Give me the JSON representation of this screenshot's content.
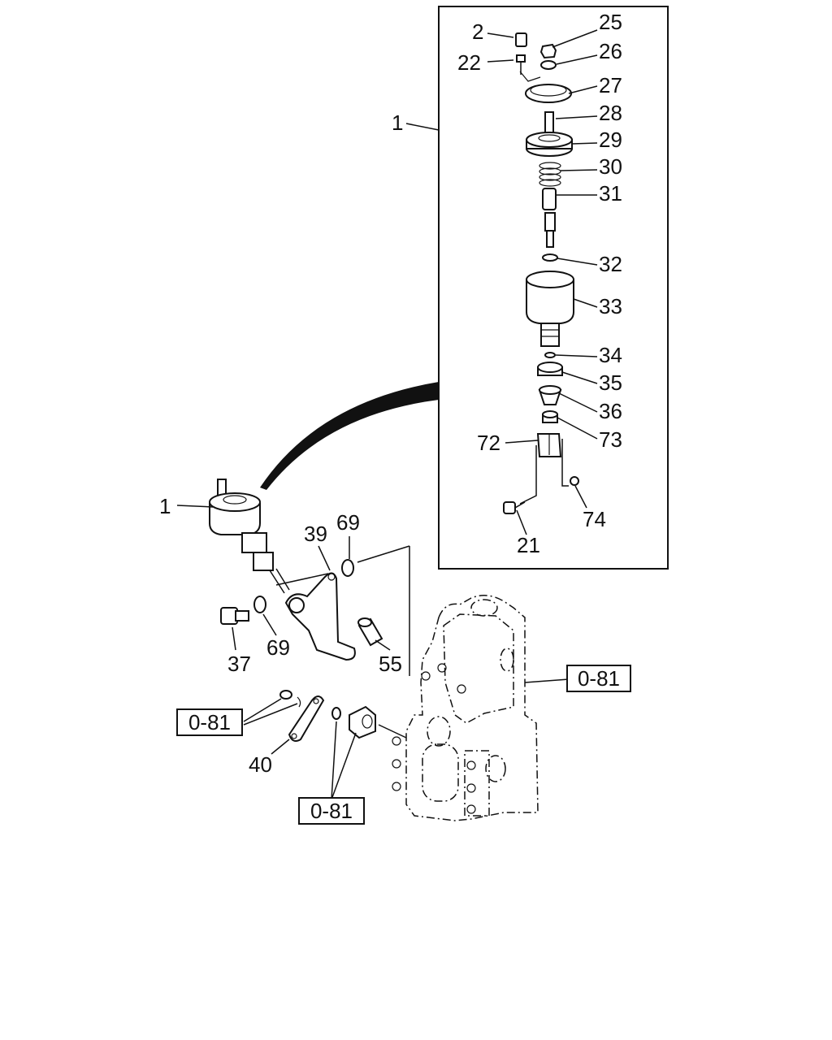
{
  "labels": {
    "l1_box": "1",
    "l1_main": "1",
    "l2": "2",
    "l21": "21",
    "l22": "22",
    "l25": "25",
    "l26": "26",
    "l27": "27",
    "l28": "28",
    "l29": "29",
    "l30": "30",
    "l31": "31",
    "l32": "32",
    "l33": "33",
    "l34": "34",
    "l35": "35",
    "l36": "36",
    "l37": "37",
    "l39": "39",
    "l40": "40",
    "l55": "55",
    "l69a": "69",
    "l69b": "69",
    "l72": "72",
    "l73": "73",
    "l74": "74"
  },
  "references": {
    "ref_left": "0-81",
    "ref_bottom": "0-81",
    "ref_right": "0-81"
  }
}
